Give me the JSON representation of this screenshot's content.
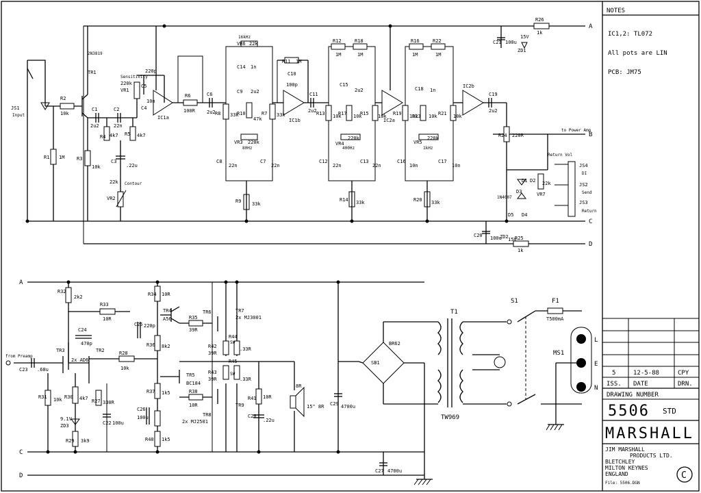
{
  "notes": {
    "heading": "NOTES",
    "lines": [
      "IC1,2: TL072",
      "All pots are LIN",
      "PCB: JM75"
    ]
  },
  "revision": {
    "iss": "5",
    "date": "12-5-88",
    "drn": "CPY",
    "col_iss": "ISS.",
    "col_date": "DATE",
    "col_drn": "DRN."
  },
  "drawing": {
    "number_label": "DRAWING NUMBER",
    "number": "5506",
    "suffix": "STD"
  },
  "brand": {
    "name": "MARSHALL",
    "company": [
      "JIM MARSHALL",
      "PRODUCTS LTD.",
      "BLETCHLEY",
      "MILTON KEYNES",
      "ENGLAND"
    ],
    "file": "File: 5506.DGN",
    "copyright": "C"
  },
  "rails": [
    "A",
    "B",
    "C",
    "D"
  ],
  "connections": {
    "to_power_amp": "to Power Amp",
    "from_preamp": "from Preamp",
    "input": "Input",
    "send": "Send",
    "return": "Return",
    "di": "DI",
    "return_vol": "Return Vol"
  },
  "preamp_labels": [
    "JS1",
    "R2",
    "10k",
    "TR1",
    "2N3819",
    "R1",
    "1M",
    "R3",
    "10k",
    "C1",
    "2u2",
    "C2",
    "22n",
    "R4",
    "4k7",
    "R5",
    "4k7",
    "C3",
    ".22u",
    "VR2",
    "22k",
    "Contour",
    "VR1",
    "220k",
    "Sensitivity",
    "C4",
    "10n",
    "C5",
    "220p",
    "IC1a",
    "R6",
    "100R",
    "C6",
    "2u2",
    "R8",
    "33k",
    "R10",
    "47k",
    "R7",
    "33k",
    "VR6",
    "22k",
    "16kHz",
    "C14",
    "1n",
    "C9",
    "2u2",
    "VR3",
    "220k",
    "80Hz",
    "C8",
    "22n",
    "C7",
    "22n",
    "R9",
    "33k",
    "R11",
    "1M",
    "C10",
    "100p",
    "IC1b",
    "C11",
    "2u2",
    "R12",
    "1M",
    "R18",
    "1M",
    "R13",
    "10k",
    "R17",
    "10k",
    "R15",
    "10k",
    "C15",
    "2u2",
    "VR4",
    "220k",
    "400Hz",
    "C12",
    "22n",
    "C13",
    "22n",
    "R14",
    "33k",
    "IC2a",
    "R19",
    "10k",
    "R16",
    "1M",
    "R22",
    "1M",
    "R23",
    "10k",
    "R21",
    "10k",
    "C18",
    "1n",
    "VR5",
    "220k",
    "1kHz",
    "C16",
    "10n",
    "C17",
    "10n",
    "R20",
    "33k",
    "IC2b",
    "C19",
    "2u2",
    "R24",
    "220R",
    "C21",
    "100u",
    "ZD1",
    "15V",
    "R26",
    "1k",
    "C20",
    "100u",
    "ZD2",
    "15V",
    "R25",
    "1k",
    "D1",
    "D2",
    "D3",
    "D4",
    "D5",
    "1N4007",
    "JS4",
    "JS2",
    "JS3",
    "VR7",
    "22k"
  ],
  "amp_labels": [
    "R32",
    "2k2",
    "R33",
    "10R",
    "C24",
    "470p",
    "TR3",
    "TR2",
    "2x AD6",
    "C23",
    ".68u",
    "R28",
    "10k",
    "R31",
    "10k",
    "R30",
    "4k7",
    "R27",
    "330R",
    "ZD3",
    "9.1V",
    "R29",
    "3k9",
    "C22",
    "100u",
    "TR4",
    "A56",
    "C25",
    "220p",
    "R34",
    "10R",
    "R36",
    "8k2",
    "TR6",
    "TR7",
    "2x MJ3001",
    "R35",
    "39R",
    "R42",
    "39R",
    "R43",
    "39R",
    "R44",
    "5W",
    ".33R",
    "R45",
    "5W",
    ".33R",
    "TR5",
    "BC184",
    "R37",
    "1k5",
    "R38",
    "10R",
    "C26",
    "100u",
    "R40",
    "1k5",
    "TR8",
    "TR9",
    "2x MJ2501",
    "R41",
    "10R",
    "C28",
    ".22u",
    "8R",
    "15\" 8R",
    "C29",
    "4700u",
    "C27",
    "4700u",
    "BR62",
    "SB1",
    "T1",
    "TW969",
    "S1",
    "F1",
    "T500mA",
    "MS1",
    "L",
    "E",
    "N"
  ]
}
